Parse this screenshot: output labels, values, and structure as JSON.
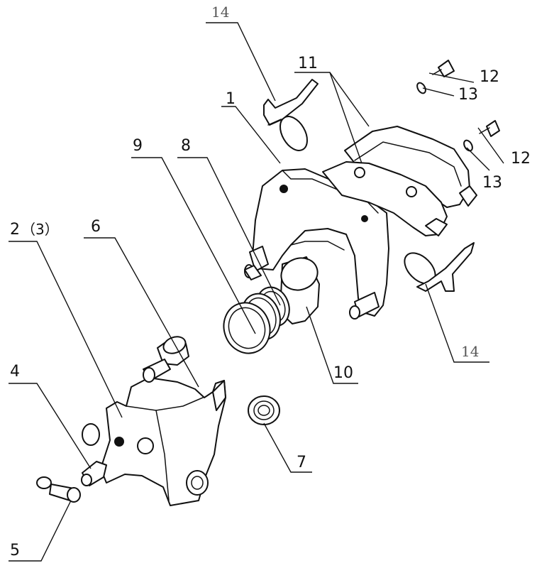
{
  "callouts": {
    "c1": "1",
    "c2": "2",
    "c2_paren": "（3）",
    "c4": "4",
    "c5": "5",
    "c6": "6",
    "c7": "7",
    "c8": "8",
    "c9": "9",
    "c10": "10",
    "c11": "11",
    "c12a": "12",
    "c12b": "12",
    "c13a": "13",
    "c13b": "13",
    "c14a": "14",
    "c14b": "14"
  }
}
